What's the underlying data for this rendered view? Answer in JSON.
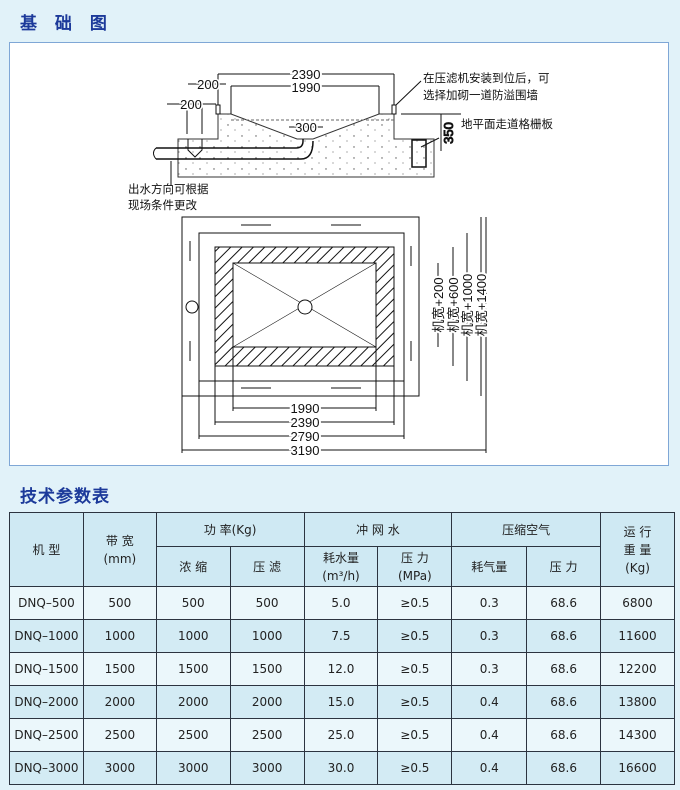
{
  "sections": {
    "foundation_title": "基 础 图",
    "params_title": "技术参数表"
  },
  "section_view": {
    "dim_top_outer": "2390",
    "dim_top_inner": "1990",
    "dim_left_1": "200",
    "dim_left_2": "200",
    "dim_center": "300",
    "dim_right": "350",
    "note_wall_1": "在压滤机安装到位后，可",
    "note_wall_2": "选择加砌一道防溢围墙",
    "note_grate": "地平面走道格栅板",
    "note_outlet_1": "出水方向可根据",
    "note_outlet_2": "现场条件更改"
  },
  "plan_view": {
    "dims_bottom": [
      "1990",
      "2390",
      "2790",
      "3190"
    ],
    "dims_right": [
      "机宽+200",
      "机宽+600",
      "机宽+1000",
      "机宽+1400"
    ]
  },
  "table": {
    "headers": {
      "model": "机  型",
      "belt_width": "带  宽",
      "belt_width_unit": "(mm)",
      "power": "功   率(Kg)",
      "thicken": "浓  缩",
      "press": "压  滤",
      "wash": "冲 网 水",
      "water_use": "耗水量",
      "water_use_unit": "(m³/h)",
      "water_pressure": "压   力",
      "water_pressure_unit": "(MPa)",
      "air": "压缩空气",
      "air_use": "耗气量",
      "air_pressure": "压   力",
      "weight_1": "运   行",
      "weight_2": "重  量",
      "weight_unit": "(Kg)"
    },
    "rows": [
      [
        "DNQ–500",
        "500",
        "500",
        "500",
        "5.0",
        "≥0.5",
        "0.3",
        "68.6",
        "6800"
      ],
      [
        "DNQ–1000",
        "1000",
        "1000",
        "1000",
        "7.5",
        "≥0.5",
        "0.3",
        "68.6",
        "11600"
      ],
      [
        "DNQ–1500",
        "1500",
        "1500",
        "1500",
        "12.0",
        "≥0.5",
        "0.3",
        "68.6",
        "12200"
      ],
      [
        "DNQ–2000",
        "2000",
        "2000",
        "2000",
        "15.0",
        "≥0.5",
        "0.4",
        "68.6",
        "13800"
      ],
      [
        "DNQ–2500",
        "2500",
        "2500",
        "2500",
        "25.0",
        "≥0.5",
        "0.4",
        "68.6",
        "14300"
      ],
      [
        "DNQ–3000",
        "3000",
        "3000",
        "3000",
        "30.0",
        "≥0.5",
        "0.4",
        "68.6",
        "16600"
      ]
    ]
  }
}
